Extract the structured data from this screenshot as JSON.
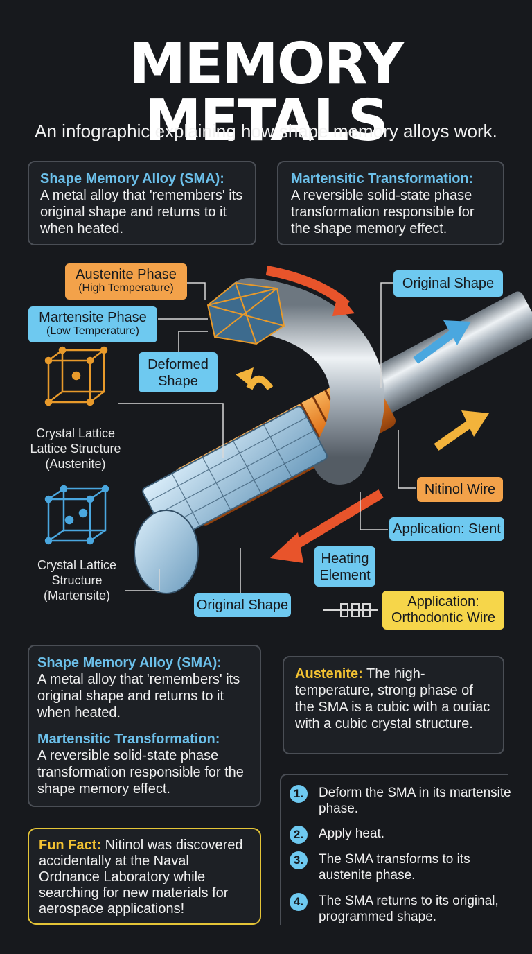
{
  "title": "MEMORY METALS",
  "subtitle": "An infographic explaining how shape memory alloys work.",
  "top_boxes": [
    {
      "term": "Shape Memory Alloy (SMA):",
      "text": "A metal alloy that 'remembers' its original shape and returns to it when heated."
    },
    {
      "term": "Martensitic Transformation:",
      "text": "A reversible solid-state phase transformation responsible for the shape memory effect."
    }
  ],
  "diagram": {
    "austenite_phase": {
      "title": "Austenite Phase",
      "sub": "(High Temperature)"
    },
    "martensite_phase": {
      "title": "Martensite Phase",
      "sub": "(Low Temperature)"
    },
    "deformed_shape": "Deformed Shape",
    "original_shape_top": "Original Shape",
    "original_shape_bottom": "Original Shape",
    "crystal_austenite": "Crystal Lattice Lattice Structure (Austenite)",
    "crystal_martensite": "Crystal Lattice Structure (Martensite)",
    "nitinol_wire": "Nitinol Wire",
    "application_stent": "Application: Stent",
    "heating_element": "Heating Element",
    "application_orthodontic": "Application: Orthodontic Wire"
  },
  "bottom_left": [
    {
      "term": "Shape Memory Alloy (SMA):",
      "text": "A metal alloy that 'remembers' its original shape and returns to it when heated."
    },
    {
      "term": "Martensitic Transformation:",
      "text": "A reversible solid-state phase transformation responsible for the shape memory effect."
    }
  ],
  "austenite_box": {
    "term": "Austenite:",
    "text": "The high-temperature, strong phase of the SMA is a cubic with a outiac with a cubic crystal structure."
  },
  "fun_fact": {
    "term": "Fun Fact:",
    "text": "Nitinol was discovered accidentally at the Naval Ordnance Laboratory while searching for new materials for aerospace applications!"
  },
  "steps": [
    {
      "num": "1.",
      "text": "Deform the SMA in its martensite phase."
    },
    {
      "num": "2.",
      "text": "Apply heat."
    },
    {
      "num": "3.",
      "text": "The SMA transforms to its austenite phase."
    },
    {
      "num": "4.",
      "text": "The SMA returns to its original, programmed shape."
    }
  ],
  "colors": {
    "blue": "#6ec9f0",
    "orange": "#f3a24a",
    "yellow": "#f6d64a",
    "background": "#17191d"
  }
}
